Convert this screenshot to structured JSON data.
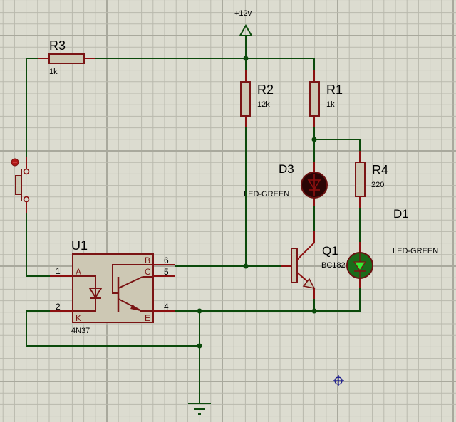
{
  "app": "Schematic capture editor",
  "colors": {
    "background": "#dcdcd0",
    "grid_minor": "#b9b9ad",
    "grid_major": "#a9a99d",
    "wire": "#0b4a0b",
    "pin": "#8b1010",
    "component_body": "#cdc8b4",
    "led_off": "#2a0505",
    "led_on": "#1a6b1a",
    "led_on_glyph": "#33ee33",
    "cursor": "#1a1a8c"
  },
  "power": {
    "label": "+12v"
  },
  "components": {
    "R1": {
      "ref": "R1",
      "value": "1k"
    },
    "R2": {
      "ref": "R2",
      "value": "12k"
    },
    "R3": {
      "ref": "R3",
      "value": "1k"
    },
    "R4": {
      "ref": "R4",
      "value": "220"
    },
    "D1": {
      "ref": "D1",
      "value": "LED-GREEN",
      "state": "on"
    },
    "D3": {
      "ref": "D3",
      "value": "LED-GREEN",
      "state": "off"
    },
    "Q1": {
      "ref": "Q1",
      "value": "BC182"
    },
    "U1": {
      "ref": "U1",
      "value": "4N37",
      "pins": [
        {
          "num": "1",
          "label": "A"
        },
        {
          "num": "2",
          "label": "K"
        },
        {
          "num": "6",
          "label": "B"
        },
        {
          "num": "5",
          "label": "C"
        },
        {
          "num": "4",
          "label": "E"
        }
      ]
    },
    "SW": {
      "type": "push-button",
      "state": "open"
    }
  }
}
